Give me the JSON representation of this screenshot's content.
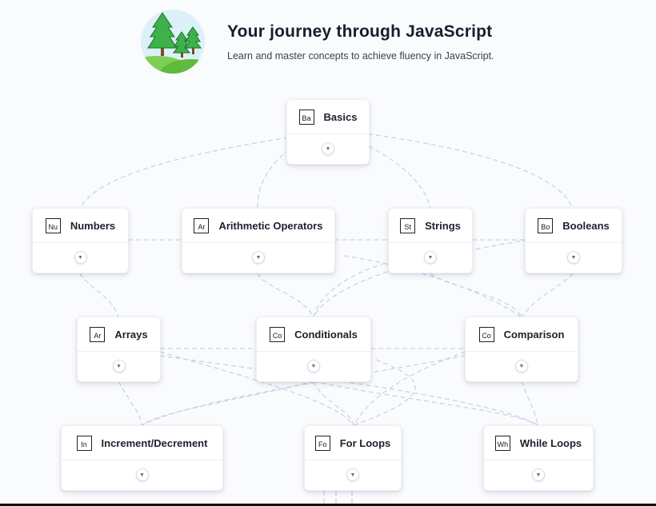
{
  "header": {
    "title": "Your journey through JavaScript",
    "subtitle": "Learn and master concepts to achieve fluency in JavaScript."
  },
  "nodes": {
    "basics": {
      "abbr": "Ba",
      "label": "Basics"
    },
    "numbers": {
      "abbr": "Nu",
      "label": "Numbers"
    },
    "arithmetic": {
      "abbr": "Ar",
      "label": "Arithmetic Operators"
    },
    "strings": {
      "abbr": "St",
      "label": "Strings"
    },
    "booleans": {
      "abbr": "Bo",
      "label": "Booleans"
    },
    "arrays": {
      "abbr": "Ar",
      "label": "Arrays"
    },
    "conditionals": {
      "abbr": "Co",
      "label": "Conditionals"
    },
    "comparison": {
      "abbr": "Co",
      "label": "Comparison"
    },
    "increment": {
      "abbr": "In",
      "label": "Increment/Decrement"
    },
    "forloops": {
      "abbr": "Fo",
      "label": "For Loops"
    },
    "whileloops": {
      "abbr": "Wh",
      "label": "While Loops"
    }
  },
  "colors": {
    "edge": "#c9d4e4",
    "card_bg": "#ffffff",
    "page_bg": "#fafbfd"
  },
  "icons": {
    "status": "unlock-icon",
    "logo": "forest-logo"
  }
}
